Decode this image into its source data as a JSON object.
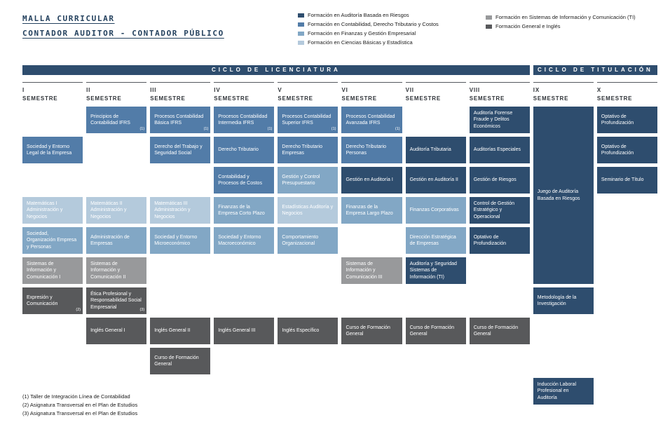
{
  "title": {
    "line1": "MALLA CURRICULAR",
    "line2": "CONTADOR AUDITOR - CONTADOR PÚBLICO"
  },
  "cycles": [
    {
      "label": "CICLO DE LICENCIATURA"
    },
    {
      "label": "CICLO DE TITULACIÓN"
    }
  ],
  "semester_word": "SEMESTRE",
  "semesters": [
    "I",
    "II",
    "III",
    "IV",
    "V",
    "VI",
    "VII",
    "VIII",
    "IX",
    "X"
  ],
  "colors": {
    "auditoria": "#2e4d6e",
    "contabilidad": "#527ca8",
    "finanzas": "#82a7c5",
    "ciencias": "#b4cadc",
    "sistemas": "#98999b",
    "general": "#58595b"
  },
  "legend": {
    "primary": [
      {
        "category": "auditoria",
        "label": "Formación en Auditoría Basada en Riesgos"
      },
      {
        "category": "contabilidad",
        "label": "Formación en Contabilidad, Derecho Tributario y Costos"
      },
      {
        "category": "finanzas",
        "label": "Formación en Finanzas y Gestión Empresarial"
      },
      {
        "category": "ciencias",
        "label": "Formación en Ciencias Básicas y Estadística"
      }
    ],
    "secondary": [
      {
        "category": "sistemas",
        "label": "Formación en Sistemas de Información y Comunicación (TI)"
      },
      {
        "category": "general",
        "label": "Formación General e Inglés"
      }
    ]
  },
  "courses": [
    {
      "col": 2,
      "row": 1,
      "cat": "contabilidad",
      "name": "Principios de Contabilidad IFRS",
      "note": "(1)"
    },
    {
      "col": 3,
      "row": 1,
      "cat": "contabilidad",
      "name": "Procesos Contabilidad Básica IFRS",
      "note": "(1)"
    },
    {
      "col": 4,
      "row": 1,
      "cat": "contabilidad",
      "name": "Procesos Contabilidad Intermedia IFRS",
      "note": "(1)"
    },
    {
      "col": 5,
      "row": 1,
      "cat": "contabilidad",
      "name": "Procesos Contabilidad Superior IFRS",
      "note": "(1)"
    },
    {
      "col": 6,
      "row": 1,
      "cat": "contabilidad",
      "name": "Procesos Contabilidad Avanzada IFRS",
      "note": "(1)"
    },
    {
      "col": 8,
      "row": 1,
      "cat": "auditoria",
      "name": "Auditoría Forense Fraude y Delitos Económicos"
    },
    {
      "col": 9,
      "row": 1,
      "rows": 6,
      "cat": "auditoria",
      "name": "Juego de Auditoría Basada en Riesgos"
    },
    {
      "col": 10,
      "row": 1,
      "cat": "auditoria",
      "name": "Optativo de Profundización"
    },
    {
      "col": 1,
      "row": 2,
      "cat": "contabilidad",
      "name": "Sociedad y Entorno Legal de la Empresa"
    },
    {
      "col": 3,
      "row": 2,
      "cat": "contabilidad",
      "name": "Derecho del Trabajo y Seguridad Social"
    },
    {
      "col": 4,
      "row": 2,
      "cat": "contabilidad",
      "name": "Derecho Tributario"
    },
    {
      "col": 5,
      "row": 2,
      "cat": "contabilidad",
      "name": "Derecho Tributario Empresas"
    },
    {
      "col": 6,
      "row": 2,
      "cat": "contabilidad",
      "name": "Derecho Tributario Personas"
    },
    {
      "col": 7,
      "row": 2,
      "cat": "auditoria",
      "name": "Auditoría Tributaria"
    },
    {
      "col": 8,
      "row": 2,
      "cat": "auditoria",
      "name": "Auditorías Especiales"
    },
    {
      "col": 10,
      "row": 2,
      "cat": "auditoria",
      "name": "Optativo de Profundización"
    },
    {
      "col": 4,
      "row": 3,
      "cat": "contabilidad",
      "name": "Contabilidad y Procesos de Costos"
    },
    {
      "col": 5,
      "row": 3,
      "cat": "finanzas",
      "name": "Gestión y Control Presupuestario"
    },
    {
      "col": 6,
      "row": 3,
      "cat": "auditoria",
      "name": "Gestión en Auditoría I"
    },
    {
      "col": 7,
      "row": 3,
      "cat": "auditoria",
      "name": "Gestión en Auditoría II"
    },
    {
      "col": 8,
      "row": 3,
      "cat": "auditoria",
      "name": "Gestión de Riesgos"
    },
    {
      "col": 10,
      "row": 3,
      "cat": "auditoria",
      "name": "Seminario de Título"
    },
    {
      "col": 1,
      "row": 4,
      "cat": "ciencias",
      "name": "Matemáticas I Administración y Negocios"
    },
    {
      "col": 2,
      "row": 4,
      "cat": "ciencias",
      "name": "Matemáticas II Administración y Negocios"
    },
    {
      "col": 3,
      "row": 4,
      "cat": "ciencias",
      "name": "Matemáticas III Administración y Negocios"
    },
    {
      "col": 4,
      "row": 4,
      "cat": "finanzas",
      "name": "Finanzas de la Empresa Corto Plazo"
    },
    {
      "col": 5,
      "row": 4,
      "cat": "ciencias",
      "name": "Estadísticas Auditoría y Negocios"
    },
    {
      "col": 6,
      "row": 4,
      "cat": "finanzas",
      "name": "Finanzas de la Empresa Largo Plazo"
    },
    {
      "col": 7,
      "row": 4,
      "cat": "finanzas",
      "name": "Finanzas Corporativas"
    },
    {
      "col": 8,
      "row": 4,
      "cat": "auditoria",
      "name": "Control de Gestión Estratégico y Operacional"
    },
    {
      "col": 1,
      "row": 5,
      "cat": "finanzas",
      "name": "Sociedad, Organización Empresa y Personas"
    },
    {
      "col": 2,
      "row": 5,
      "cat": "finanzas",
      "name": "Administración de Empresas"
    },
    {
      "col": 3,
      "row": 5,
      "cat": "finanzas",
      "name": "Sociedad y Entorno Microeconómico"
    },
    {
      "col": 4,
      "row": 5,
      "cat": "finanzas",
      "name": "Sociedad y Entorno Macroeconómico"
    },
    {
      "col": 5,
      "row": 5,
      "cat": "finanzas",
      "name": "Comportamiento Organizacional"
    },
    {
      "col": 7,
      "row": 5,
      "cat": "finanzas",
      "name": "Dirección Estratégica de Empresas"
    },
    {
      "col": 8,
      "row": 5,
      "cat": "auditoria",
      "name": "Optativo de Profundización"
    },
    {
      "col": 1,
      "row": 6,
      "cat": "sistemas",
      "name": "Sistemas de Información y Comunicación I"
    },
    {
      "col": 2,
      "row": 6,
      "cat": "sistemas",
      "name": "Sistemas de Información y Comunicación II"
    },
    {
      "col": 6,
      "row": 6,
      "cat": "sistemas",
      "name": "Sistemas de Información y Comunicación III"
    },
    {
      "col": 7,
      "row": 6,
      "cat": "auditoria",
      "name": "Auditoría y Seguridad Sistemas de Información (TI)"
    },
    {
      "col": 1,
      "row": 7,
      "cat": "general",
      "name": "Expresión y Comunicación",
      "note": "(2)"
    },
    {
      "col": 2,
      "row": 7,
      "cat": "general",
      "name": "Ética Profesional y Responsabilidad Social Empresarial",
      "note": "(3)"
    },
    {
      "col": 9,
      "row": 7,
      "cat": "auditoria",
      "name": "Metodología de la Investigación"
    },
    {
      "col": 2,
      "row": 8,
      "cat": "general",
      "name": "Inglés General I"
    },
    {
      "col": 3,
      "row": 8,
      "cat": "general",
      "name": "Inglés General II"
    },
    {
      "col": 4,
      "row": 8,
      "cat": "general",
      "name": "Inglés General III"
    },
    {
      "col": 5,
      "row": 8,
      "cat": "general",
      "name": "Inglés Específico"
    },
    {
      "col": 6,
      "row": 8,
      "cat": "general",
      "name": "Curso de Formación General"
    },
    {
      "col": 7,
      "row": 8,
      "cat": "general",
      "name": "Curso de Formación General"
    },
    {
      "col": 8,
      "row": 8,
      "cat": "general",
      "name": "Curso de Formación General"
    },
    {
      "col": 3,
      "row": 9,
      "cat": "general",
      "name": "Curso de Formación General"
    },
    {
      "col": 9,
      "row": 10,
      "cat": "auditoria",
      "name": "Inducción Laboral Profesional en Auditoría"
    }
  ],
  "footnotes": [
    "(1) Taller de Integración Línea de Contabilidad",
    "(2) Asignatura Transversal en el Plan de Estudios",
    "(3) Asignatura Transversal en el Plan de Estudios"
  ]
}
